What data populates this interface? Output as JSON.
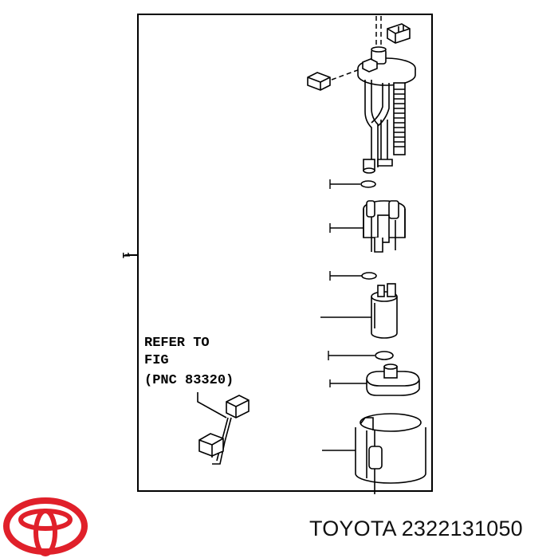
{
  "diagram": {
    "callout_ref": {
      "line1": "REFER TO",
      "line2": "FIG",
      "line3": "(PNC 83320)"
    },
    "group_label": "1"
  },
  "caption": {
    "brand": "TOYOTA",
    "part_number": "2322131050"
  },
  "colors": {
    "ink": "#000000",
    "logo_red": "#e0202a"
  }
}
